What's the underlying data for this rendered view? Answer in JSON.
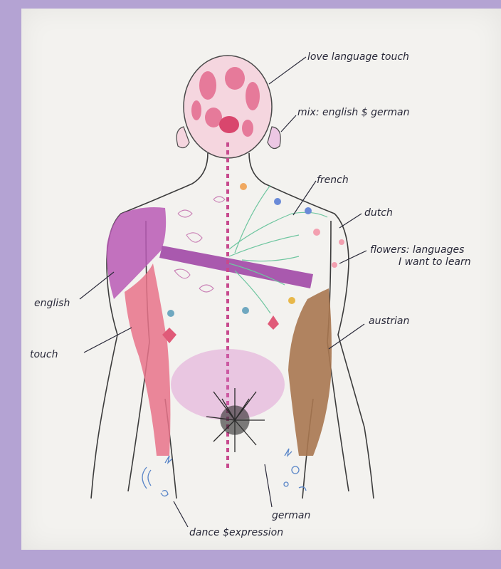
{
  "annotations": {
    "love_language": "love  language  touch",
    "mix": "mix: english $ german",
    "french": "french",
    "dutch": "dutch",
    "flowers_line1": "flowers: languages",
    "flowers_line2": "I want to learn",
    "english": "english",
    "austrian": "austrian",
    "touch": "touch",
    "german": "german",
    "dance": "dance $expression"
  },
  "colors": {
    "background": "#b4a3d3",
    "paper": "#f3f2ef",
    "english_purple": "#b85ab5",
    "touch_pink": "#e7738a",
    "austrian_brown": "#a87750",
    "french_green": "#6fc6a0",
    "head_pink": "#e67a9a",
    "german_dark": "#2a2a2a",
    "dance_blue": "#5a86c8"
  }
}
